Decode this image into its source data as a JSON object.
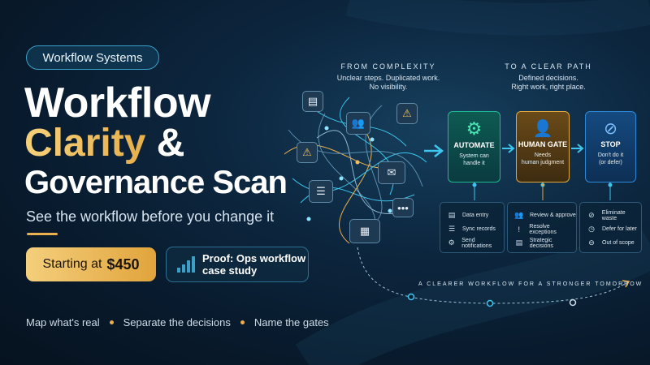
{
  "badge": "Workflow Systems",
  "title": {
    "line1": "Workflow",
    "line2": "Clarity",
    "line2_amp": " &",
    "line3": "Governance Scan"
  },
  "subtitle": "See the workflow before you change it",
  "price": {
    "prefix": "Starting at",
    "amount": "$450"
  },
  "proof": {
    "line1": "Proof: Ops workflow",
    "line2": "case study"
  },
  "bottom": [
    "Map what's real",
    "Separate the decisions",
    "Name the gates"
  ],
  "left_panel": {
    "heading": "FROM COMPLEXITY",
    "sub1": "Unclear steps. Duplicated work.",
    "sub2": "No visibility."
  },
  "right_panel": {
    "heading": "TO A CLEAR PATH",
    "sub1": "Defined decisions.",
    "sub2": "Right work, right place."
  },
  "cards": [
    {
      "title": "AUTOMATE",
      "desc": [
        "System can",
        "handle it"
      ],
      "icon": "gear-icon",
      "color": "#1fb98f"
    },
    {
      "title": "HUMAN GATE",
      "desc": [
        "Needs",
        "human judgment"
      ],
      "icon": "person-icon",
      "color": "#e4a83d"
    },
    {
      "title": "STOP",
      "desc": [
        "Don't do it",
        "(or defer)"
      ],
      "icon": "stop-icon",
      "color": "#2d88d8"
    }
  ],
  "lists": [
    [
      "Data entry",
      "Sync records",
      "Send notifications"
    ],
    [
      "Review & approve",
      "Resolve exceptions",
      "Strategic decisions"
    ],
    [
      "Eliminate waste",
      "Defer for later",
      "Out of scope"
    ]
  ],
  "footer": "A CLEARER WORKFLOW FOR A STRONGER TOMORROW",
  "colors": {
    "accent": "#e9b04e",
    "teal": "#1fb98f",
    "blue": "#2d88d8",
    "arrow": "#3ec7ee"
  }
}
